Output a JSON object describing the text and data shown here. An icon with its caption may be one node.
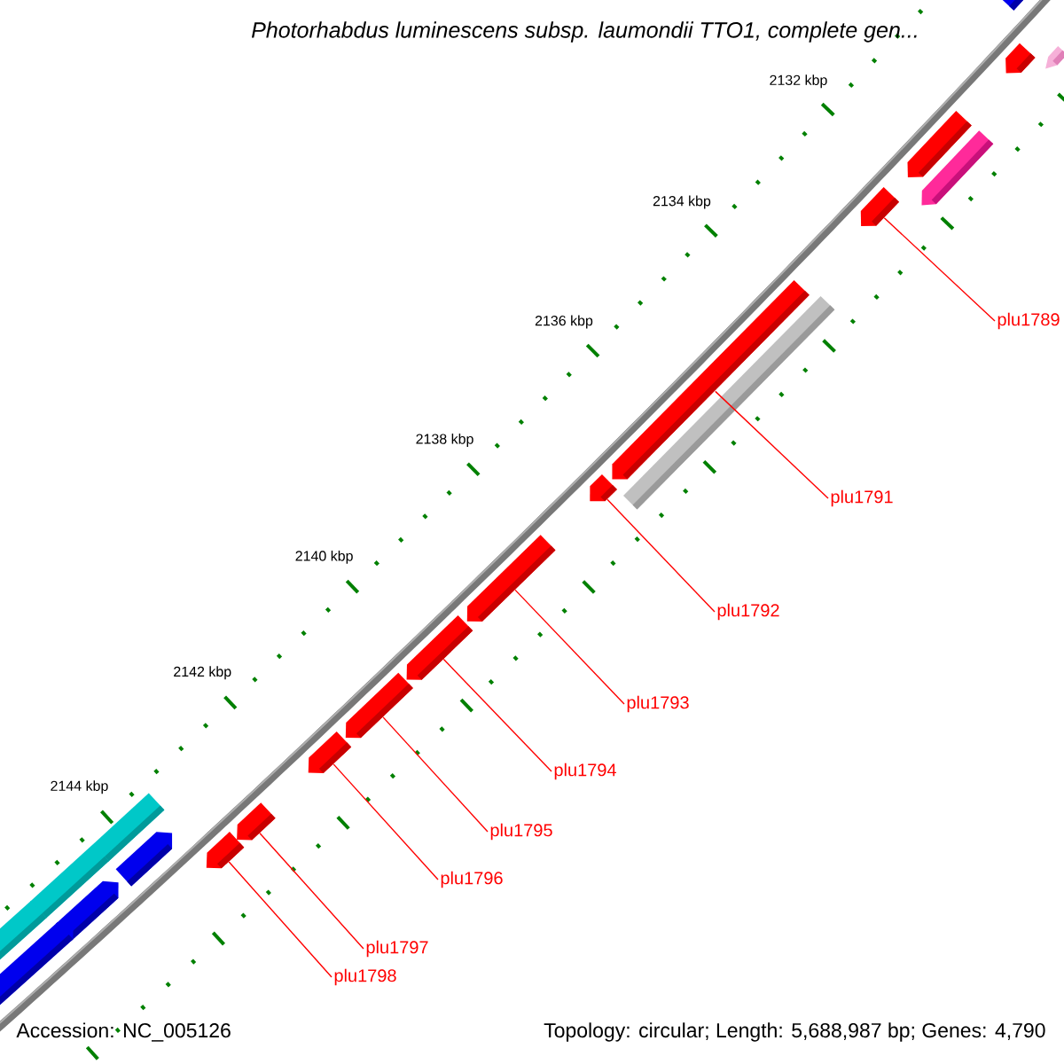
{
  "diagram": {
    "title": "Photorhabdus luminescens subsp. laumondii TTO1, complete gen...",
    "nodes": [
      {
        "text": [
          "plu1789"
        ]
      },
      {
        "text": [
          "plu1791"
        ]
      },
      {
        "text": [
          "plu1792"
        ]
      },
      {
        "text": [
          "plu1793"
        ]
      },
      {
        "text": [
          "plu1794"
        ]
      },
      {
        "text": [
          "plu1795"
        ]
      },
      {
        "text": [
          "plu1796"
        ]
      },
      {
        "text": [
          "plu1797"
        ]
      },
      {
        "text": [
          "plu1798"
        ]
      },
      {
        "text": [],
        "shape": "bar"
      },
      {
        "text": [],
        "shape": "bar"
      },
      {
        "text": [],
        "shape": "bar"
      },
      {
        "text": [],
        "shape": "bar"
      },
      {
        "text": [],
        "shape": "bar"
      },
      {
        "text": [],
        "shape": "bar"
      },
      {
        "text": [],
        "shape": "bar"
      },
      {
        "text": [],
        "shape": "bar"
      },
      {
        "text": [],
        "shape": "bar"
      },
      {
        "text": [],
        "shape": "bar"
      },
      {
        "text": [],
        "shape": "bar"
      }
    ],
    "edges": [
      {
        "from": 0,
        "to": 9,
        "arrow": "none"
      },
      {
        "from": 1,
        "to": 10,
        "arrow": "none"
      },
      {
        "from": 2,
        "to": 11,
        "arrow": "none"
      },
      {
        "from": 3,
        "to": 12,
        "arrow": "none"
      },
      {
        "from": 4,
        "to": 13,
        "arrow": "none"
      },
      {
        "from": 5,
        "to": 14,
        "arrow": "none"
      },
      {
        "from": 6,
        "to": 15,
        "arrow": "none"
      },
      {
        "from": 7,
        "to": 16,
        "arrow": "none"
      },
      {
        "from": 8,
        "to": 17,
        "arrow": "none"
      }
    ],
    "labels": [
      "2132 kbp",
      "2134 kbp",
      "2136 kbp",
      "2138 kbp",
      "2140 kbp",
      "2142 kbp",
      "2144 kbp",
      "Accession: NC_005126",
      "Topology: circular; Length: 5,688,987 bp; Genes: 4,790"
    ]
  }
}
